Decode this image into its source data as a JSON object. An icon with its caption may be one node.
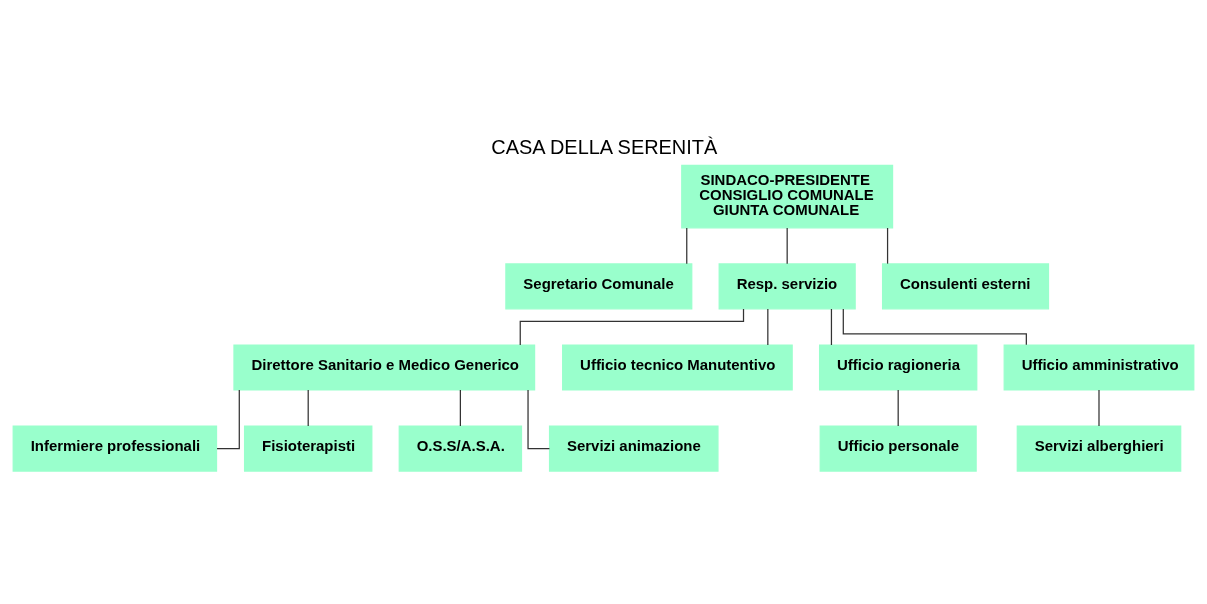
{
  "diagram": {
    "title": "CASA DELLA SERENITÀ",
    "nodes": [
      {
        "text": [
          "SINDACO-PRESIDENTE",
          "CONSIGLIO COMUNALE",
          "GIUNTA COMUNALE"
        ]
      },
      {
        "text": [
          "Segretario Comunale"
        ]
      },
      {
        "text": [
          "Resp. servizio"
        ]
      },
      {
        "text": [
          "Consulenti esterni"
        ]
      },
      {
        "text": [
          "Direttore Sanitario e Medico Generico"
        ]
      },
      {
        "text": [
          "Ufficio tecnico Manutentivo"
        ]
      },
      {
        "text": [
          "Ufficio ragioneria"
        ]
      },
      {
        "text": [
          "Ufficio amministrativo"
        ]
      },
      {
        "text": [
          "Infermiere professionali"
        ]
      },
      {
        "text": [
          "Fisioterapisti"
        ]
      },
      {
        "text": [
          "Ufficio personale"
        ]
      },
      {
        "text": [
          "Servizi alberghieri"
        ]
      },
      {
        "text": [
          "O.S.S/A.S.A."
        ]
      },
      {
        "text": [
          "Servizi animazione"
        ]
      }
    ],
    "edges": [
      {
        "from": 0,
        "to": 1,
        "arrow": "none"
      },
      {
        "from": 0,
        "to": 2,
        "arrow": "none"
      },
      {
        "from": 0,
        "to": 3,
        "arrow": "none"
      },
      {
        "from": 2,
        "to": 4,
        "arrow": "none"
      },
      {
        "from": 2,
        "to": 5,
        "arrow": "none"
      },
      {
        "from": 2,
        "to": 6,
        "arrow": "none"
      },
      {
        "from": 2,
        "to": 7,
        "arrow": "none"
      },
      {
        "from": 4,
        "to": 8,
        "arrow": "none"
      },
      {
        "from": 4,
        "to": 9,
        "arrow": "none"
      },
      {
        "from": 4,
        "to": 12,
        "arrow": "none"
      },
      {
        "from": 4,
        "to": 13,
        "arrow": "none"
      },
      {
        "from": 6,
        "to": 10,
        "arrow": "none"
      },
      {
        "from": 7,
        "to": 11,
        "arrow": "none"
      }
    ]
  }
}
